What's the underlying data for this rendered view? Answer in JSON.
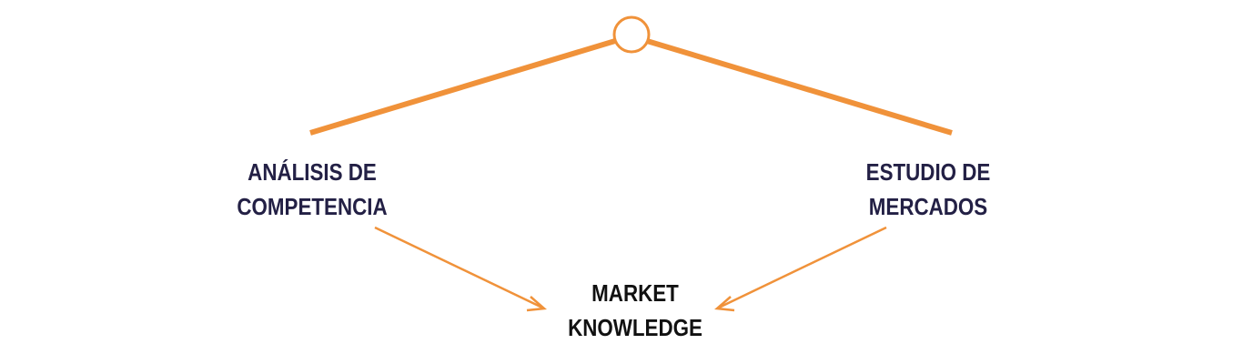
{
  "colors": {
    "accent": "#f0923a",
    "label_navy": "#232045",
    "label_black": "#111111"
  },
  "labels": {
    "left": {
      "line1": "ANÁLISIS DE",
      "line2": "COMPETENCIA"
    },
    "right": {
      "line1": "ESTUDIO DE",
      "line2": "MERCADOS"
    },
    "center": {
      "line1": "MARKET",
      "line2": "KNOWLEDGE"
    }
  }
}
